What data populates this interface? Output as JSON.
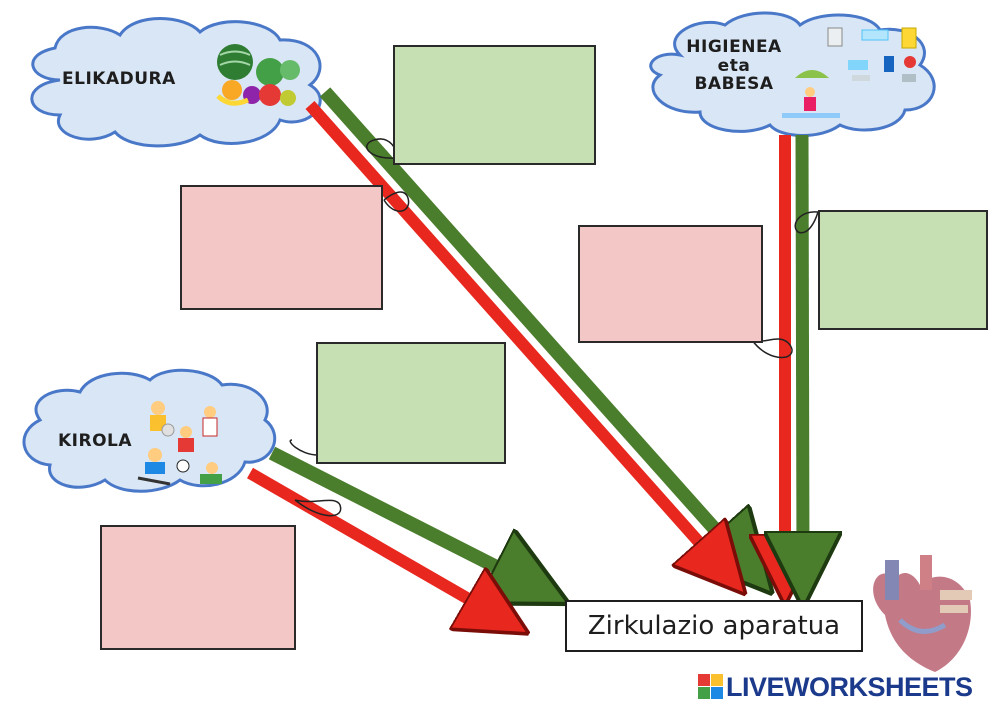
{
  "clouds": {
    "elikadura": "ELIKADURA",
    "higienea_1": "HIGIENEA",
    "higienea_2": "eta",
    "higienea_3": "BABESA",
    "kirola": "KIROLA"
  },
  "target_label": "Zirkulazio aparatua",
  "brand": {
    "text": "LIVEWORKSHEETS",
    "logo_letters": [
      "L",
      "I",
      "V",
      "E"
    ]
  },
  "colors": {
    "cloud_fill": "#d9e6f5",
    "cloud_stroke": "#4a78c8",
    "green_box": "#c6e0b4",
    "red_box": "#f4c7c7",
    "green_arrow": "#4a7d2c",
    "red_arrow": "#e8271f",
    "brand": "#1b3a8c"
  },
  "icons": [
    "fruits-vegetables-icon",
    "hygiene-items-icon",
    "sports-kids-icon",
    "heart-icon"
  ]
}
